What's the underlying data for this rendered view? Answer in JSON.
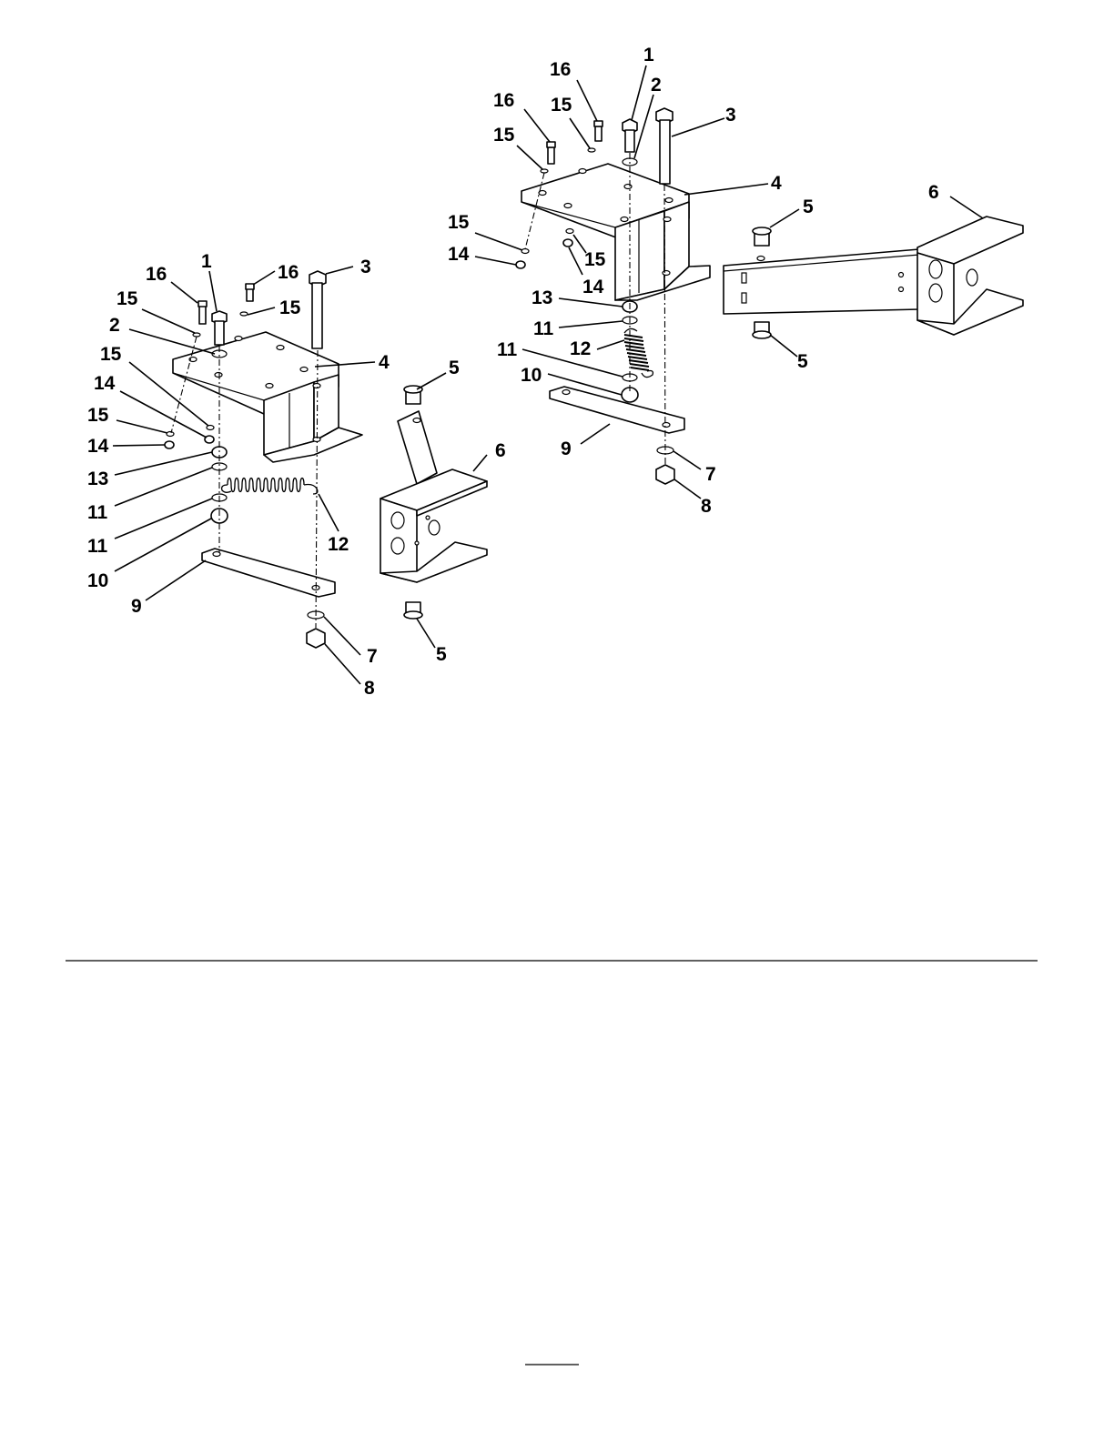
{
  "left_assembly": {
    "callouts": [
      "1",
      "16",
      "16",
      "3",
      "15",
      "15",
      "2",
      "15",
      "4",
      "14",
      "15",
      "14",
      "13",
      "11",
      "11",
      "10",
      "9",
      "12",
      "5",
      "6",
      "5",
      "7",
      "8"
    ]
  },
  "right_assembly": {
    "callouts": [
      "1",
      "16",
      "2",
      "16",
      "15",
      "3",
      "15",
      "4",
      "6",
      "5",
      "15",
      "15",
      "14",
      "14",
      "13",
      "11",
      "12",
      "11",
      "10",
      "5",
      "9",
      "7",
      "8"
    ]
  }
}
